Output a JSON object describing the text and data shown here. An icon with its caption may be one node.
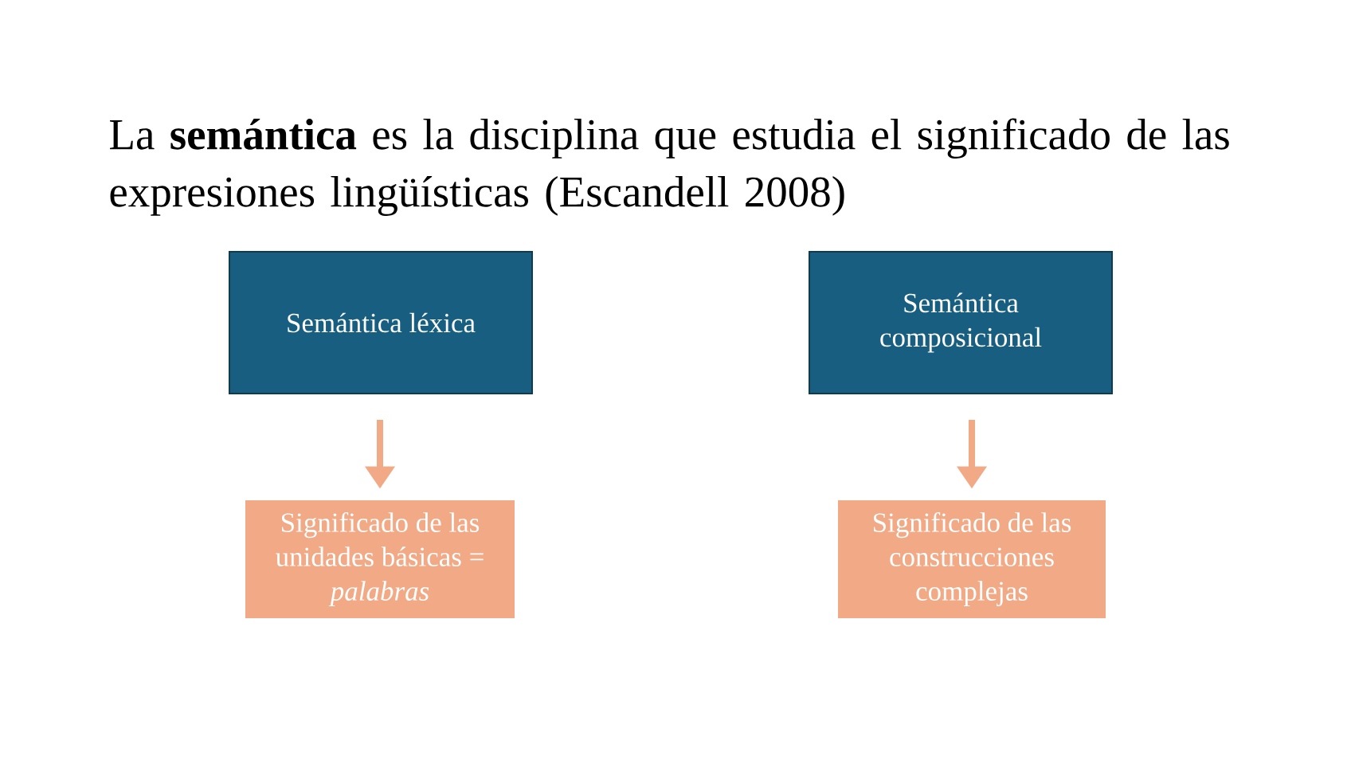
{
  "diagram": {
    "title": "La **semántica** es la disciplina que estudia el significado de las expresiones lingüísticas (Escandell 2008)",
    "nodes": [
      {
        "text": [
          "Semántica léxica"
        ]
      },
      {
        "text": [
          "Semántica composicional"
        ]
      },
      {
        "text": [
          "Significado de las unidades básicas = *palabras*"
        ]
      },
      {
        "text": [
          "Significado de las construcciones complejas"
        ]
      }
    ],
    "edges": [
      {
        "from": 0,
        "to": 2,
        "arrow": "to"
      },
      {
        "from": 1,
        "to": 3,
        "arrow": "to"
      }
    ]
  }
}
